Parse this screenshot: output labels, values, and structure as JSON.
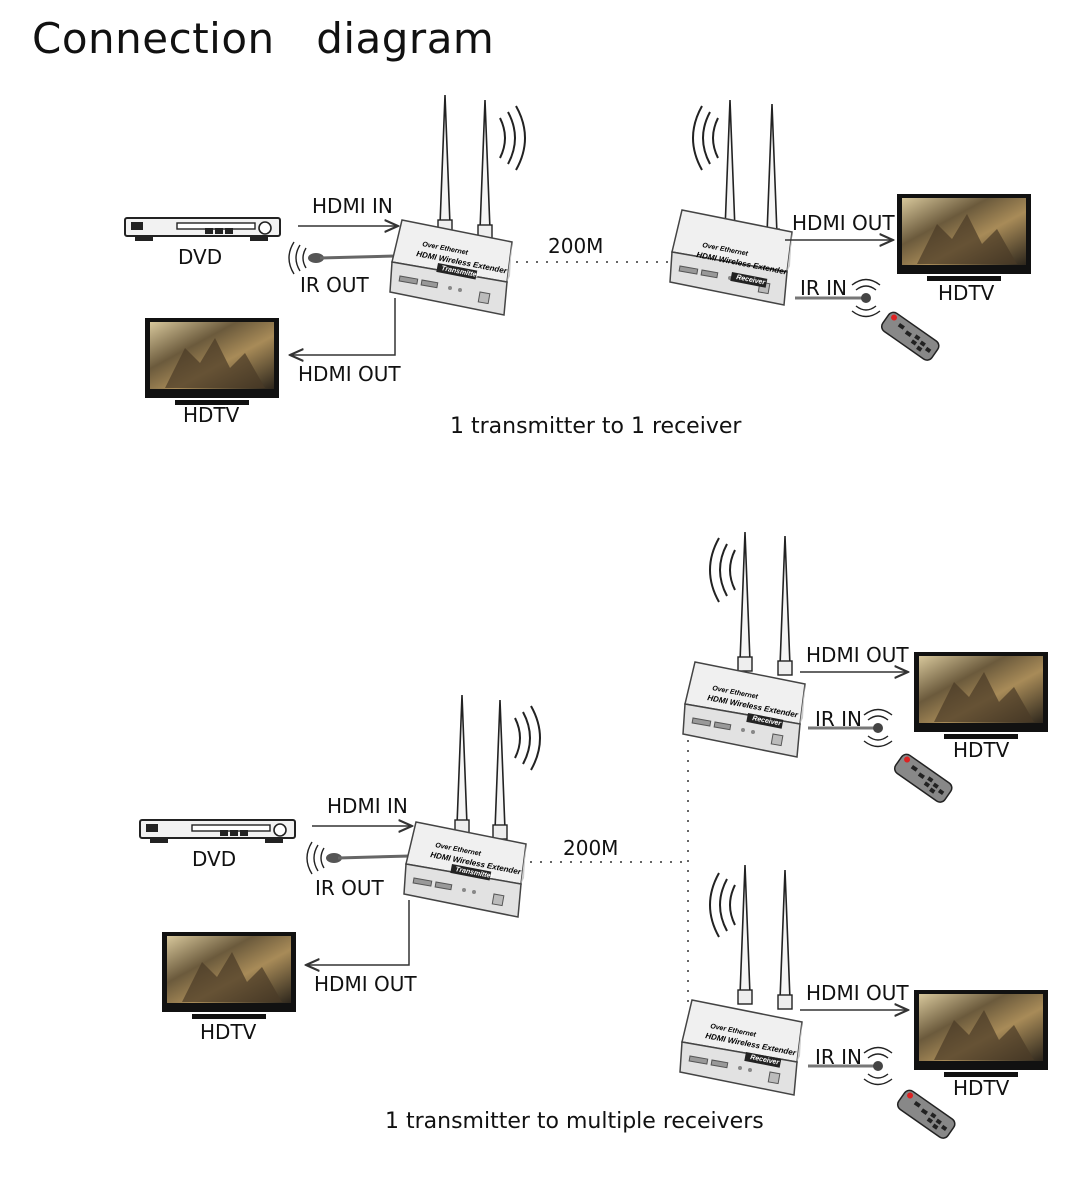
{
  "title": "Connection   diagram",
  "diagram1": {
    "caption": "1 transmitter to 1 receiver",
    "source_label": "DVD",
    "hdmi_in_label": "HDMI IN",
    "ir_out_label": "IR OUT",
    "hdmi_out_local_label": "HDMI OUT",
    "local_tv_label": "HDTV",
    "distance_label": "200M",
    "receiver_hdmi_out_label": "HDMI OUT",
    "ir_in_label": "IR IN",
    "remote_tv_label": "HDTV"
  },
  "diagram2": {
    "caption": "1 transmitter to multiple receivers",
    "source_label": "DVD",
    "hdmi_in_label": "HDMI IN",
    "ir_out_label": "IR OUT",
    "hdmi_out_local_label": "HDMI OUT",
    "local_tv_label": "HDTV",
    "distance_label": "200M",
    "receiver1_hdmi_out_label": "HDMI OUT",
    "receiver1_ir_in_label": "IR IN",
    "receiver1_tv_label": "HDTV",
    "receiver2_hdmi_out_label": "HDMI OUT",
    "receiver2_ir_in_label": "IR IN",
    "receiver2_tv_label": "HDTV"
  },
  "device": {
    "top_text": "Over Ethernet",
    "name": "HDMI Wireless Extender",
    "transmitter_badge": "Transmitter",
    "receiver_badge": "Receiver"
  },
  "colors": {
    "device_body": "#e9e9e9",
    "device_edge": "#555555",
    "line": "#333333",
    "tv_screen_dark": "#3a3326",
    "tv_screen_light": "#c9b27a",
    "ir_dot": "#dd2222"
  }
}
